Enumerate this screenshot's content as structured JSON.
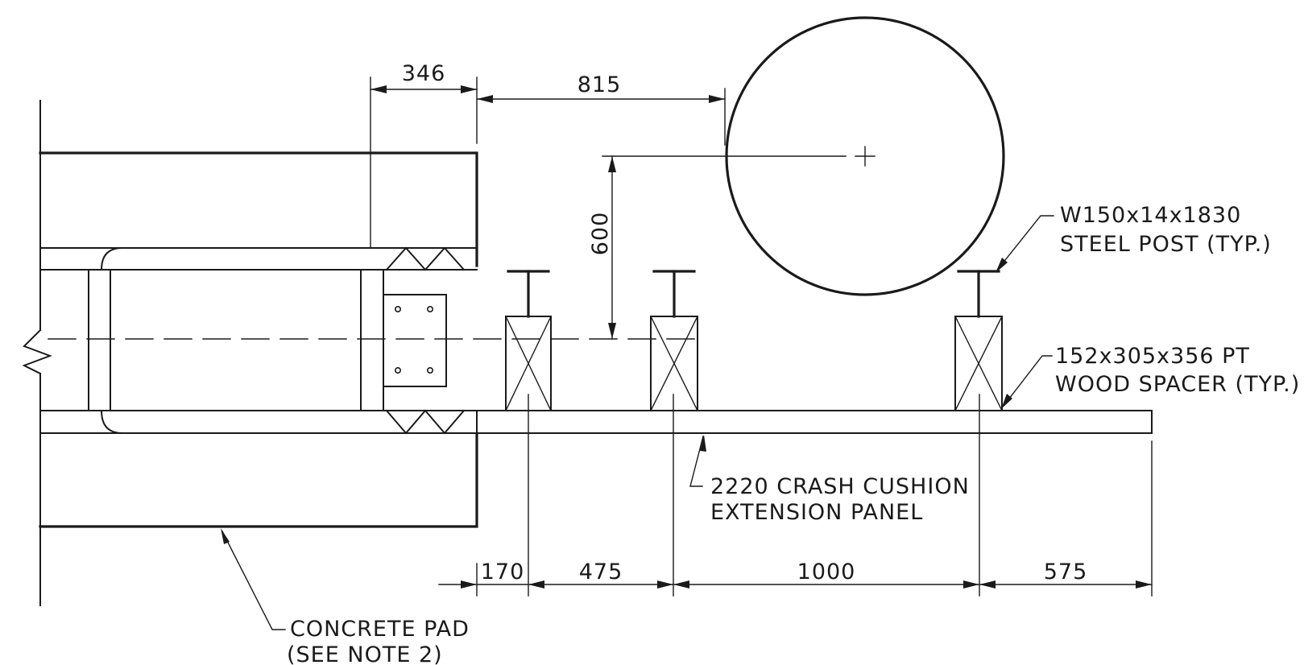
{
  "dimensions": {
    "d346": "346",
    "d815": "815",
    "d600": "600",
    "d170": "170",
    "d475": "475",
    "d1000": "1000",
    "d575": "575"
  },
  "labels": {
    "steel_post_line1": "W150x14x1830",
    "steel_post_line2": "STEEL POST (TYP.)",
    "wood_spacer_line1": "152x305x356 PT",
    "wood_spacer_line2": "WOOD SPACER (TYP.)",
    "crash_cushion_line1": "2220 CRASH CUSHION",
    "crash_cushion_line2": "EXTENSION PANEL",
    "concrete_pad_line1": "CONCRETE PAD",
    "concrete_pad_line2": "(SEE NOTE 2)"
  },
  "colors": {
    "ink": "#1a1a1a",
    "background": "#ffffff"
  }
}
